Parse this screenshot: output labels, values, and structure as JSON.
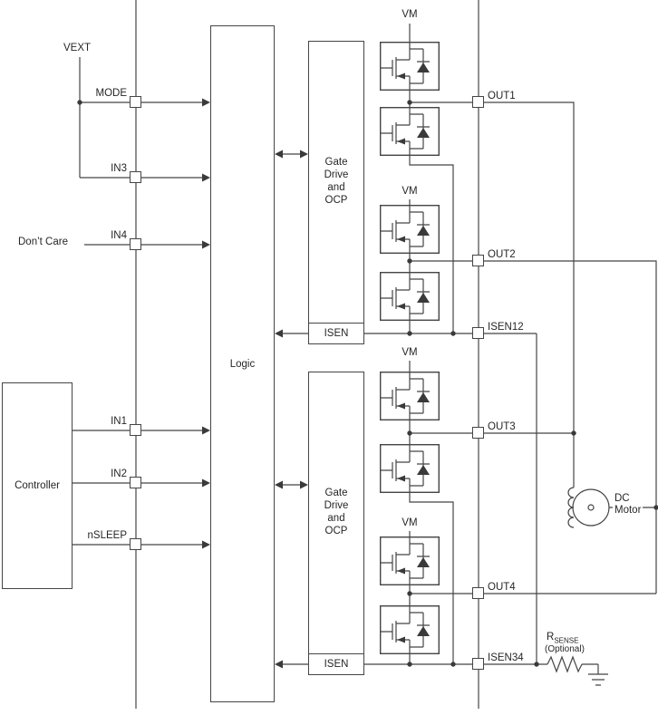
{
  "colors": {
    "line": "#454545",
    "fill": "#3a3a3a",
    "background": "#ffffff",
    "text": "#262626"
  },
  "labels": {
    "vext": "VEXT",
    "dont_care": "Don’t Care",
    "controller": "Controller",
    "logic": "Logic",
    "gate_drive": "Gate Drive and OCP",
    "isen": "ISEN",
    "vm": "VM",
    "motor_line1": "DC",
    "motor_line2": "Motor",
    "rsense_main": "R",
    "rsense_sub": "SENSE",
    "rsense_optional": "(Optional)"
  },
  "left_pins": [
    {
      "label": "MODE"
    },
    {
      "label": "IN3"
    },
    {
      "label": "IN4"
    },
    {
      "label": "IN1"
    },
    {
      "label": "IN2"
    },
    {
      "label": "nSLEEP"
    }
  ],
  "right_pins": [
    {
      "label": "OUT1"
    },
    {
      "label": "OUT2"
    },
    {
      "label": "ISEN12"
    },
    {
      "label": "OUT3"
    },
    {
      "label": "OUT4"
    },
    {
      "label": "ISEN34"
    }
  ]
}
